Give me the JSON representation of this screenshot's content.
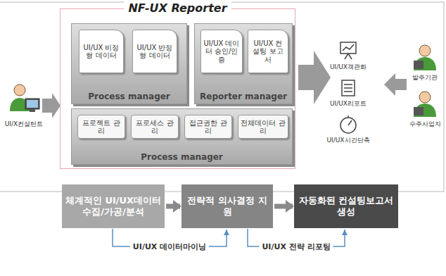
{
  "diagram": {
    "nodes": [
      {
        "text": [
          "NF-UX Reporter"
        ]
      },
      {
        "text": [
          "Process manager"
        ],
        "in": 0
      },
      {
        "text": [
          "UI/UX 비정형 데이터"
        ],
        "in": 1
      },
      {
        "text": [
          "UI/UX 반정형 데이터"
        ],
        "in": 1
      },
      {
        "text": [
          "Reporter manager"
        ],
        "in": 0
      },
      {
        "text": [
          "UI/UX 데이터 승인/인증"
        ],
        "in": 4
      },
      {
        "text": [
          "UI/UX 컨설팅 보고서"
        ],
        "in": 4
      },
      {
        "text": [
          "Process manager"
        ],
        "in": 0
      },
      {
        "text": [
          "프로젝트 관리"
        ],
        "in": 7
      },
      {
        "text": [
          "프로세스 관리"
        ],
        "in": 7
      },
      {
        "text": [
          "접근권한 관리"
        ],
        "in": 7
      },
      {
        "text": [
          "전체데이터 관리"
        ],
        "in": 7
      },
      {
        "text": [
          "체계적인 UI/UX데이터 수집/가공/분석"
        ]
      },
      {
        "text": [
          "전략적 의사결정 지원"
        ]
      },
      {
        "text": [
          "자동화된 컨설팅보고서 생성"
        ]
      }
    ],
    "edges": [
      {
        "from": 12,
        "to": 13,
        "arrow": "to"
      },
      {
        "from": 13,
        "to": 14,
        "arrow": "to"
      },
      {
        "from": 12,
        "to": 13,
        "label": "UI/UX 데이터마이닝",
        "arrow": "to"
      },
      {
        "from": 13,
        "to": 14,
        "label": "UI/UX 전략 리포팅",
        "arrow": "to"
      }
    ],
    "labels": [
      "UI/X컨설턴트",
      "UI/UX객관화",
      "UI/UX리포트",
      "UI/UX시간단축",
      "발주기관",
      "수주사업자"
    ]
  }
}
